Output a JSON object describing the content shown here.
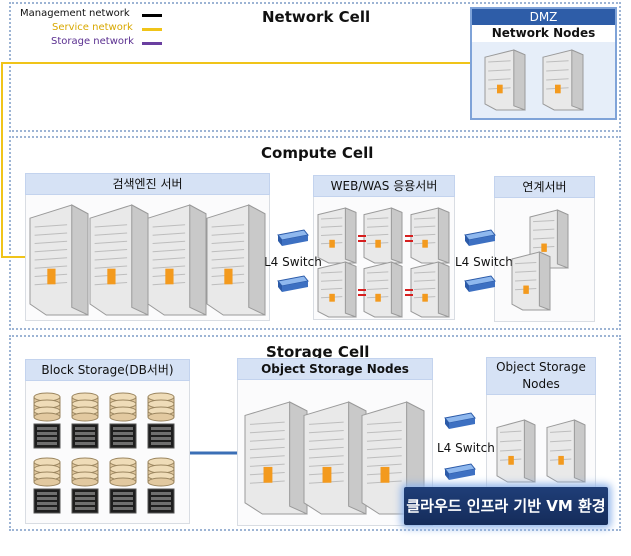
{
  "legend": [
    {
      "label": "Management network",
      "color": "#000000",
      "text_color": "#111111"
    },
    {
      "label": "Service network",
      "color": "#f0c419",
      "text_color": "#d8a800"
    },
    {
      "label": "Storage network",
      "color": "#6a3fa0",
      "text_color": "#5a2f90"
    }
  ],
  "network_cell": {
    "title": "Network Cell",
    "dmz_title": "DMZ",
    "dmz_nodes": "Network Nodes"
  },
  "compute_cell": {
    "title": "Compute Cell",
    "search_group": "검색엔진 서버",
    "web_group": "WEB/WAS 응용서버",
    "link_group": "연계서버",
    "switch_1": "L4 Switch",
    "switch_2": "L4 Switch"
  },
  "storage_cell": {
    "title": "Storage Cell",
    "block_group": "Block Storage(DB서버)",
    "object_group": "Object Storage Nodes",
    "object_group_2_line1": "Object Storage",
    "object_group_2_line2": "Nodes",
    "switch": "L4 Switch"
  },
  "badge": "클라우드 인프라 기반 VM 환경",
  "colors": {
    "service": "#f0c419",
    "storage_link": "#3b6fb6",
    "connector": "#d61f1f",
    "cell_border": "#9db4d4"
  }
}
